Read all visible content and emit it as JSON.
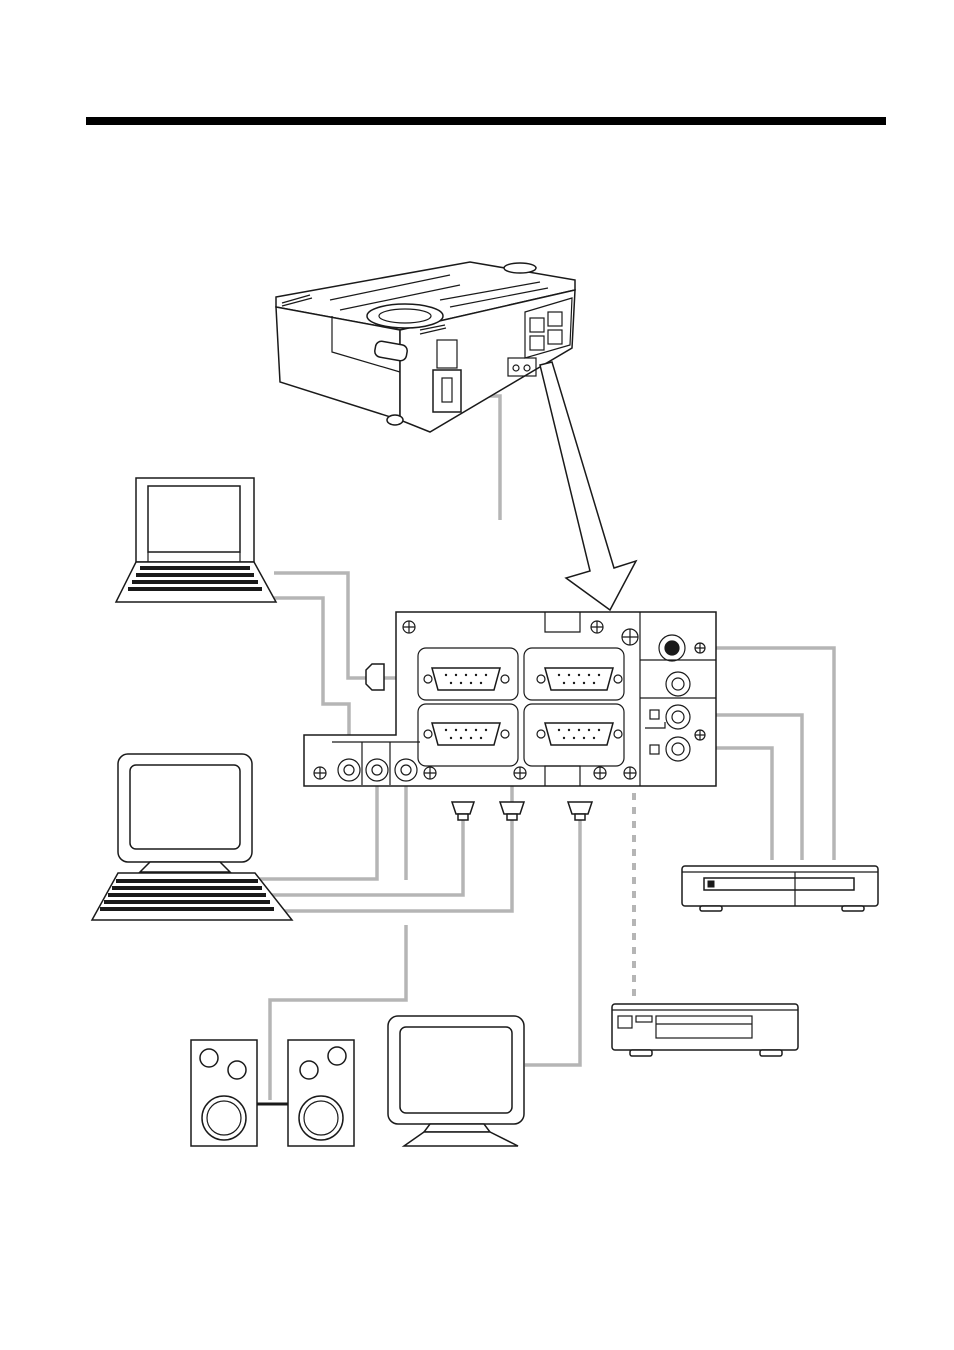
{
  "page": {
    "header_rule_color": "#000000",
    "cable_color": "#b5b5b5",
    "ink_color": "#1a1a1a"
  },
  "devices": [
    {
      "id": "projector",
      "icon": "projector-icon"
    },
    {
      "id": "laptop",
      "icon": "laptop-icon"
    },
    {
      "id": "desktop-computer",
      "icon": "desktop-computer-icon"
    },
    {
      "id": "speakers",
      "icon": "speaker-icon"
    },
    {
      "id": "external-monitor",
      "icon": "monitor-icon"
    },
    {
      "id": "vcr",
      "icon": "vcr-icon"
    },
    {
      "id": "video-player",
      "icon": "video-player-icon"
    }
  ],
  "connector_panel": {
    "icon": "connector-panel-icon",
    "vga_ports": 4,
    "audio_jacks": 3,
    "video_jacks": 4
  }
}
